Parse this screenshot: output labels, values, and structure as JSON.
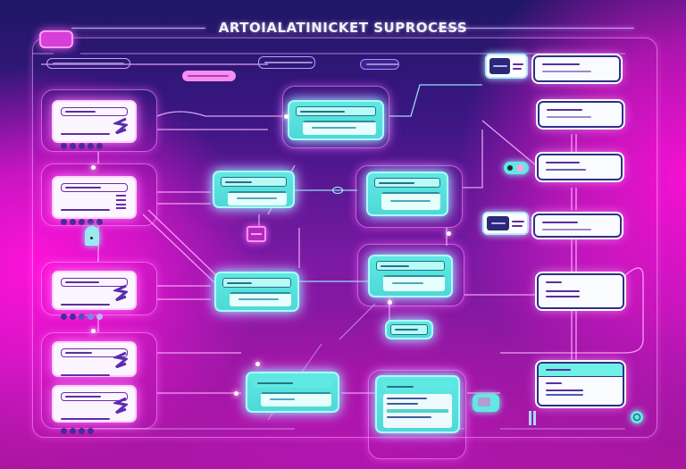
{
  "diagram": {
    "title": "ARTOIALATINICKET SUPROCESS",
    "colors": {
      "background_top": "#1f1765",
      "background_bottom": "#a9169e",
      "accent_magenta": "#ff12d8",
      "accent_cyan": "#5fe9e2",
      "card_white": "#fbf5ff",
      "card_border_navy": "#2e2f86",
      "wire_pink": "#ffb6ff",
      "wire_cyan": "#9ff2ff"
    },
    "nodes": {
      "left_column": [
        {
          "id": "ticket-card-1",
          "style": "white",
          "dots": 5
        },
        {
          "id": "ticket-card-2",
          "style": "white",
          "dots": 5
        },
        {
          "id": "ticket-card-3",
          "style": "white",
          "dots": 5
        },
        {
          "id": "ticket-card-4",
          "style": "white",
          "dots": 0
        },
        {
          "id": "ticket-card-5",
          "style": "white",
          "dots": 4
        }
      ],
      "center_cyan": [
        {
          "id": "process-node-top"
        },
        {
          "id": "process-node-mid-left"
        },
        {
          "id": "process-node-mid-right"
        },
        {
          "id": "process-node-lower-left"
        },
        {
          "id": "process-node-lower-right"
        },
        {
          "id": "process-node-bottom-left"
        },
        {
          "id": "process-node-bottom-right"
        }
      ],
      "right_column": [
        {
          "id": "output-card-1"
        },
        {
          "id": "output-card-2"
        },
        {
          "id": "output-card-3"
        },
        {
          "id": "output-card-4"
        },
        {
          "id": "output-card-5"
        },
        {
          "id": "output-card-6"
        }
      ]
    },
    "connectors": {
      "lock_icon": "lock-icon",
      "toggle_icon": "toggle-icon",
      "location_icon": "target-icon"
    }
  }
}
